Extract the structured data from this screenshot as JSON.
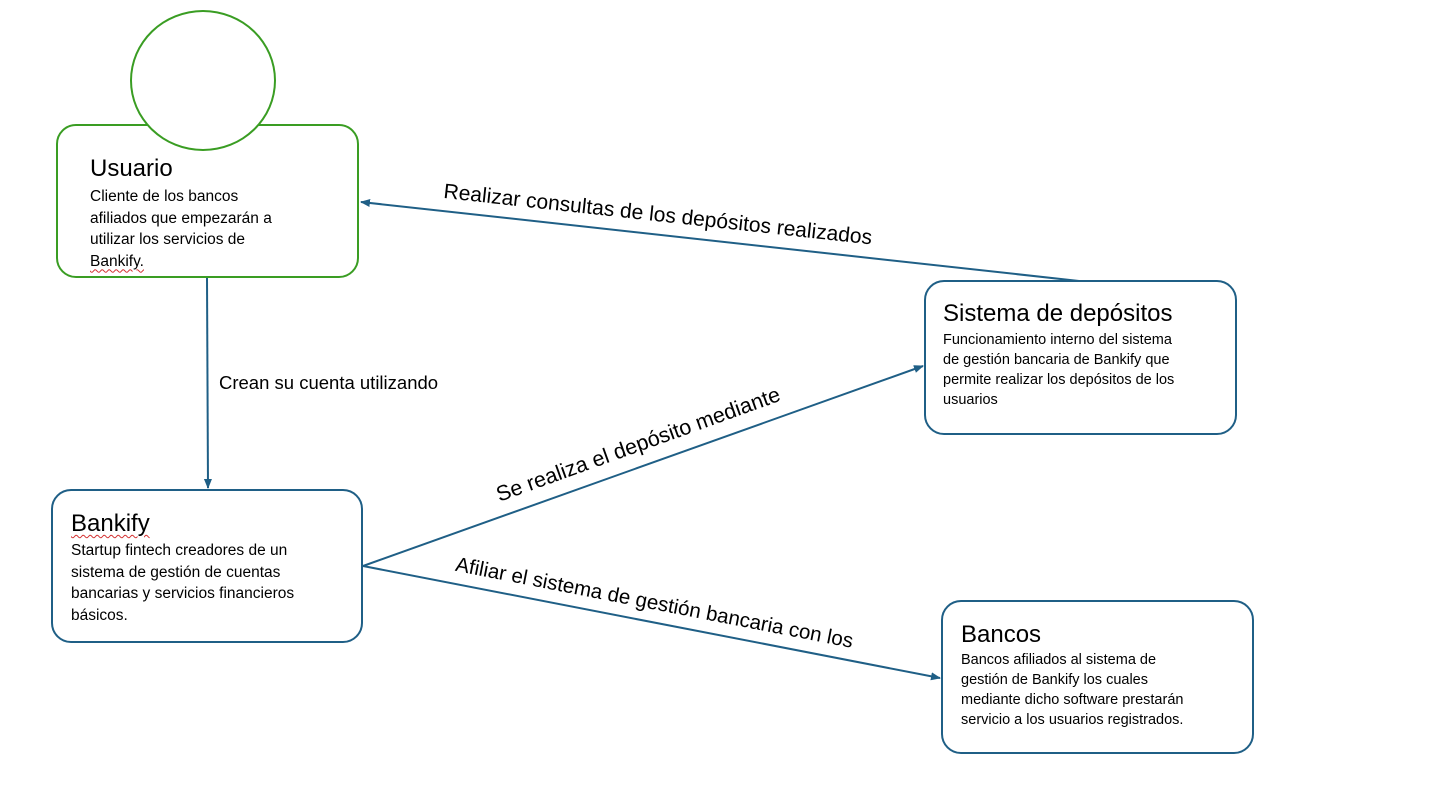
{
  "colors": {
    "user_border": "#3a9d23",
    "node_border": "#1f5f86",
    "arrow": "#1f5f86",
    "spellcheck_underline": "#d22f2f"
  },
  "nodes": {
    "usuario": {
      "title": "Usuario",
      "description": [
        "Cliente de los bancos",
        "afiliados que empezarán a",
        "utilizar los servicios de",
        "Bankify."
      ]
    },
    "bankify": {
      "title": "Bankify",
      "description": [
        "Startup fintech creadores de un",
        "sistema de gestión de cuentas",
        "bancarias y servicios financieros",
        "básicos."
      ]
    },
    "sistema": {
      "title": "Sistema de depósitos",
      "description": [
        "Funcionamiento interno del sistema",
        "de gestión bancaria de Bankify que",
        "permite realizar los depósitos de los",
        "usuarios"
      ]
    },
    "bancos": {
      "title": "Bancos",
      "description": [
        "Bancos afiliados al sistema de",
        "gestión de Bankify los cuales",
        "mediante dicho software prestarán",
        "servicio a los usuarios registrados."
      ]
    }
  },
  "edges": [
    {
      "from": "usuario",
      "to": "bankify",
      "label": "Crean su cuenta utilizando"
    },
    {
      "from": "bankify",
      "to": "sistema",
      "label": "Se realiza el depósito mediante"
    },
    {
      "from": "sistema",
      "to": "usuario",
      "label": "Realizar consultas de los depósitos realizados"
    },
    {
      "from": "bankify",
      "to": "bancos",
      "label": "Afiliar el sistema de gestión bancaria con los"
    }
  ],
  "icons": {
    "actor": "user-actor-circle-icon"
  }
}
